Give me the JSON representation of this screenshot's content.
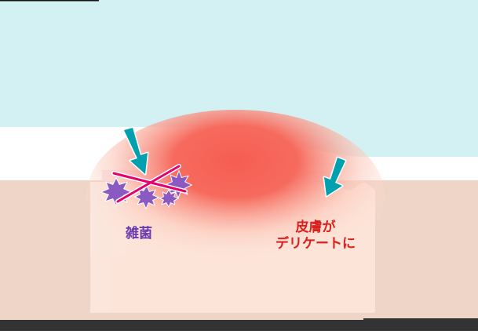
{
  "diagram": {
    "labels": {
      "bacteria": "雑菌",
      "skin_line1": "皮膚が",
      "skin_line2": "デリケートに"
    },
    "colors": {
      "sky": "#d3f0f2",
      "skin_base": "#efd5c7",
      "skin_block": "#fde4d8",
      "inflammation": "#f65d52",
      "arrow": "#00a0ae",
      "bacteria": "#8b59c2",
      "cross": "#e5006e",
      "bacteria_text": "#6a3aae",
      "skin_text": "#d9201c",
      "bottom_bar": "#333333"
    },
    "icons": [
      "arrow-down-icon",
      "bacteria-icon",
      "cross-out-icon"
    ]
  }
}
